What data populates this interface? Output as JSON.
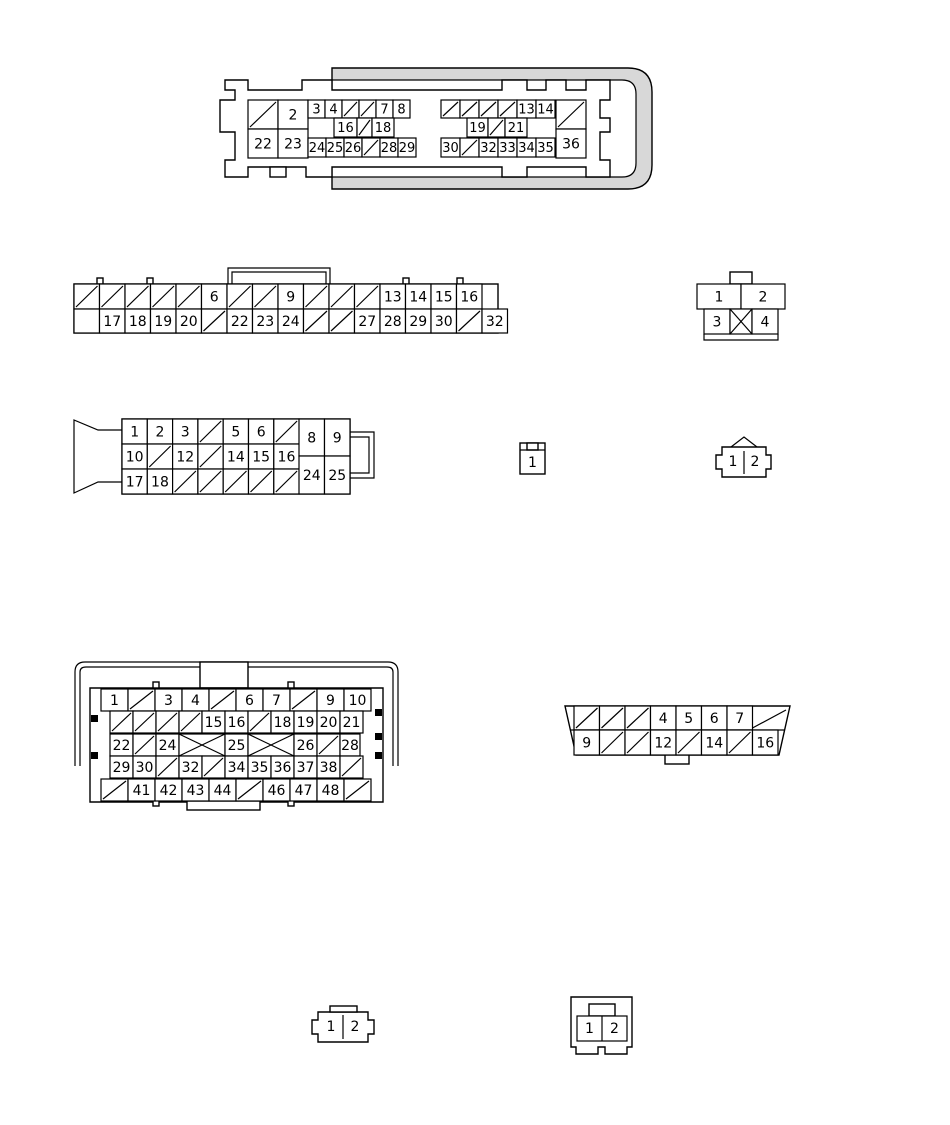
{
  "connectors": [
    {
      "id": "c36",
      "pins": [
        "2",
        "3",
        "4",
        "7",
        "8",
        "13",
        "14",
        "16",
        "18",
        "19",
        "21",
        "22",
        "23",
        "24",
        "25",
        "26",
        "28",
        "29",
        "30",
        "32",
        "33",
        "34",
        "35",
        "36"
      ]
    },
    {
      "id": "c32",
      "pins": [
        "6",
        "9",
        "13",
        "14",
        "15",
        "16",
        "17",
        "18",
        "19",
        "20",
        "22",
        "23",
        "24",
        "27",
        "28",
        "29",
        "30",
        "32"
      ]
    },
    {
      "id": "c4",
      "pins": [
        "1",
        "2",
        "3",
        "4"
      ]
    },
    {
      "id": "c25",
      "pins": [
        "1",
        "2",
        "3",
        "5",
        "6",
        "8",
        "9",
        "10",
        "12",
        "14",
        "15",
        "16",
        "17",
        "18",
        "24",
        "25"
      ]
    },
    {
      "id": "c1",
      "pins": [
        "1"
      ]
    },
    {
      "id": "c2a",
      "pins": [
        "1",
        "2"
      ]
    },
    {
      "id": "c48",
      "pins": [
        "1",
        "3",
        "4",
        "6",
        "7",
        "9",
        "10",
        "15",
        "16",
        "18",
        "19",
        "20",
        "21",
        "22",
        "24",
        "25",
        "26",
        "28",
        "29",
        "30",
        "32",
        "34",
        "35",
        "36",
        "37",
        "38",
        "41",
        "42",
        "43",
        "44",
        "46",
        "47",
        "48"
      ]
    },
    {
      "id": "c16",
      "pins": [
        "4",
        "5",
        "6",
        "7",
        "9",
        "12",
        "14",
        "16"
      ]
    },
    {
      "id": "c2b",
      "pins": [
        "1",
        "2"
      ]
    },
    {
      "id": "c2c",
      "pins": [
        "1",
        "2"
      ]
    }
  ]
}
